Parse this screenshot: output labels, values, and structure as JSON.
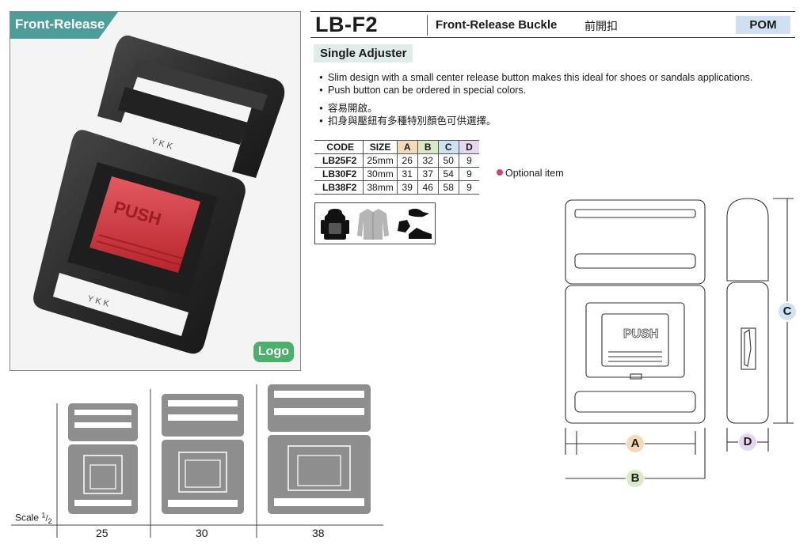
{
  "photo": {
    "tag": "Front-Release",
    "logo_badge": "Logo",
    "button_text": "PUSH",
    "molded_mark": "Y K K"
  },
  "header": {
    "model": "LB-F2",
    "title_en": "Front-Release Buckle",
    "title_zh": "前開扣",
    "material": "POM"
  },
  "subtype": "Single Adjuster",
  "features_en": [
    "Slim design with a small center release button makes this ideal for shoes or sandals applications.",
    "Push button can be ordered in special colors."
  ],
  "features_zh": [
    "容易開啟。",
    "扣身與壓鈕有多種特別顏色可供選擇。"
  ],
  "spec_table": {
    "headers": [
      "CODE",
      "SIZE",
      "A",
      "B",
      "C",
      "D"
    ],
    "rows": [
      [
        "LB25F2",
        "25mm",
        "26",
        "32",
        "50",
        "9"
      ],
      [
        "LB30F2",
        "30mm",
        "31",
        "37",
        "54",
        "9"
      ],
      [
        "LB38F2",
        "38mm",
        "39",
        "46",
        "58",
        "9"
      ]
    ]
  },
  "optional_note": "Optional item",
  "applications": [
    "backpack-icon",
    "jacket-icon",
    "cap-glove-shoe-icon"
  ],
  "scale": {
    "label": "Scale",
    "fraction_num": "1",
    "fraction_den": "2",
    "sizes": [
      "25",
      "30",
      "38"
    ]
  },
  "drawing": {
    "button_text": "PUSH",
    "dims": [
      "A",
      "B",
      "C",
      "D"
    ]
  },
  "colors": {
    "accent_teal": "#4d9e98",
    "logo_green": "#4caf6c",
    "material_blue": "#cfe0f2",
    "push_red": "#d93a43",
    "optional_pink": "#d2417e"
  }
}
